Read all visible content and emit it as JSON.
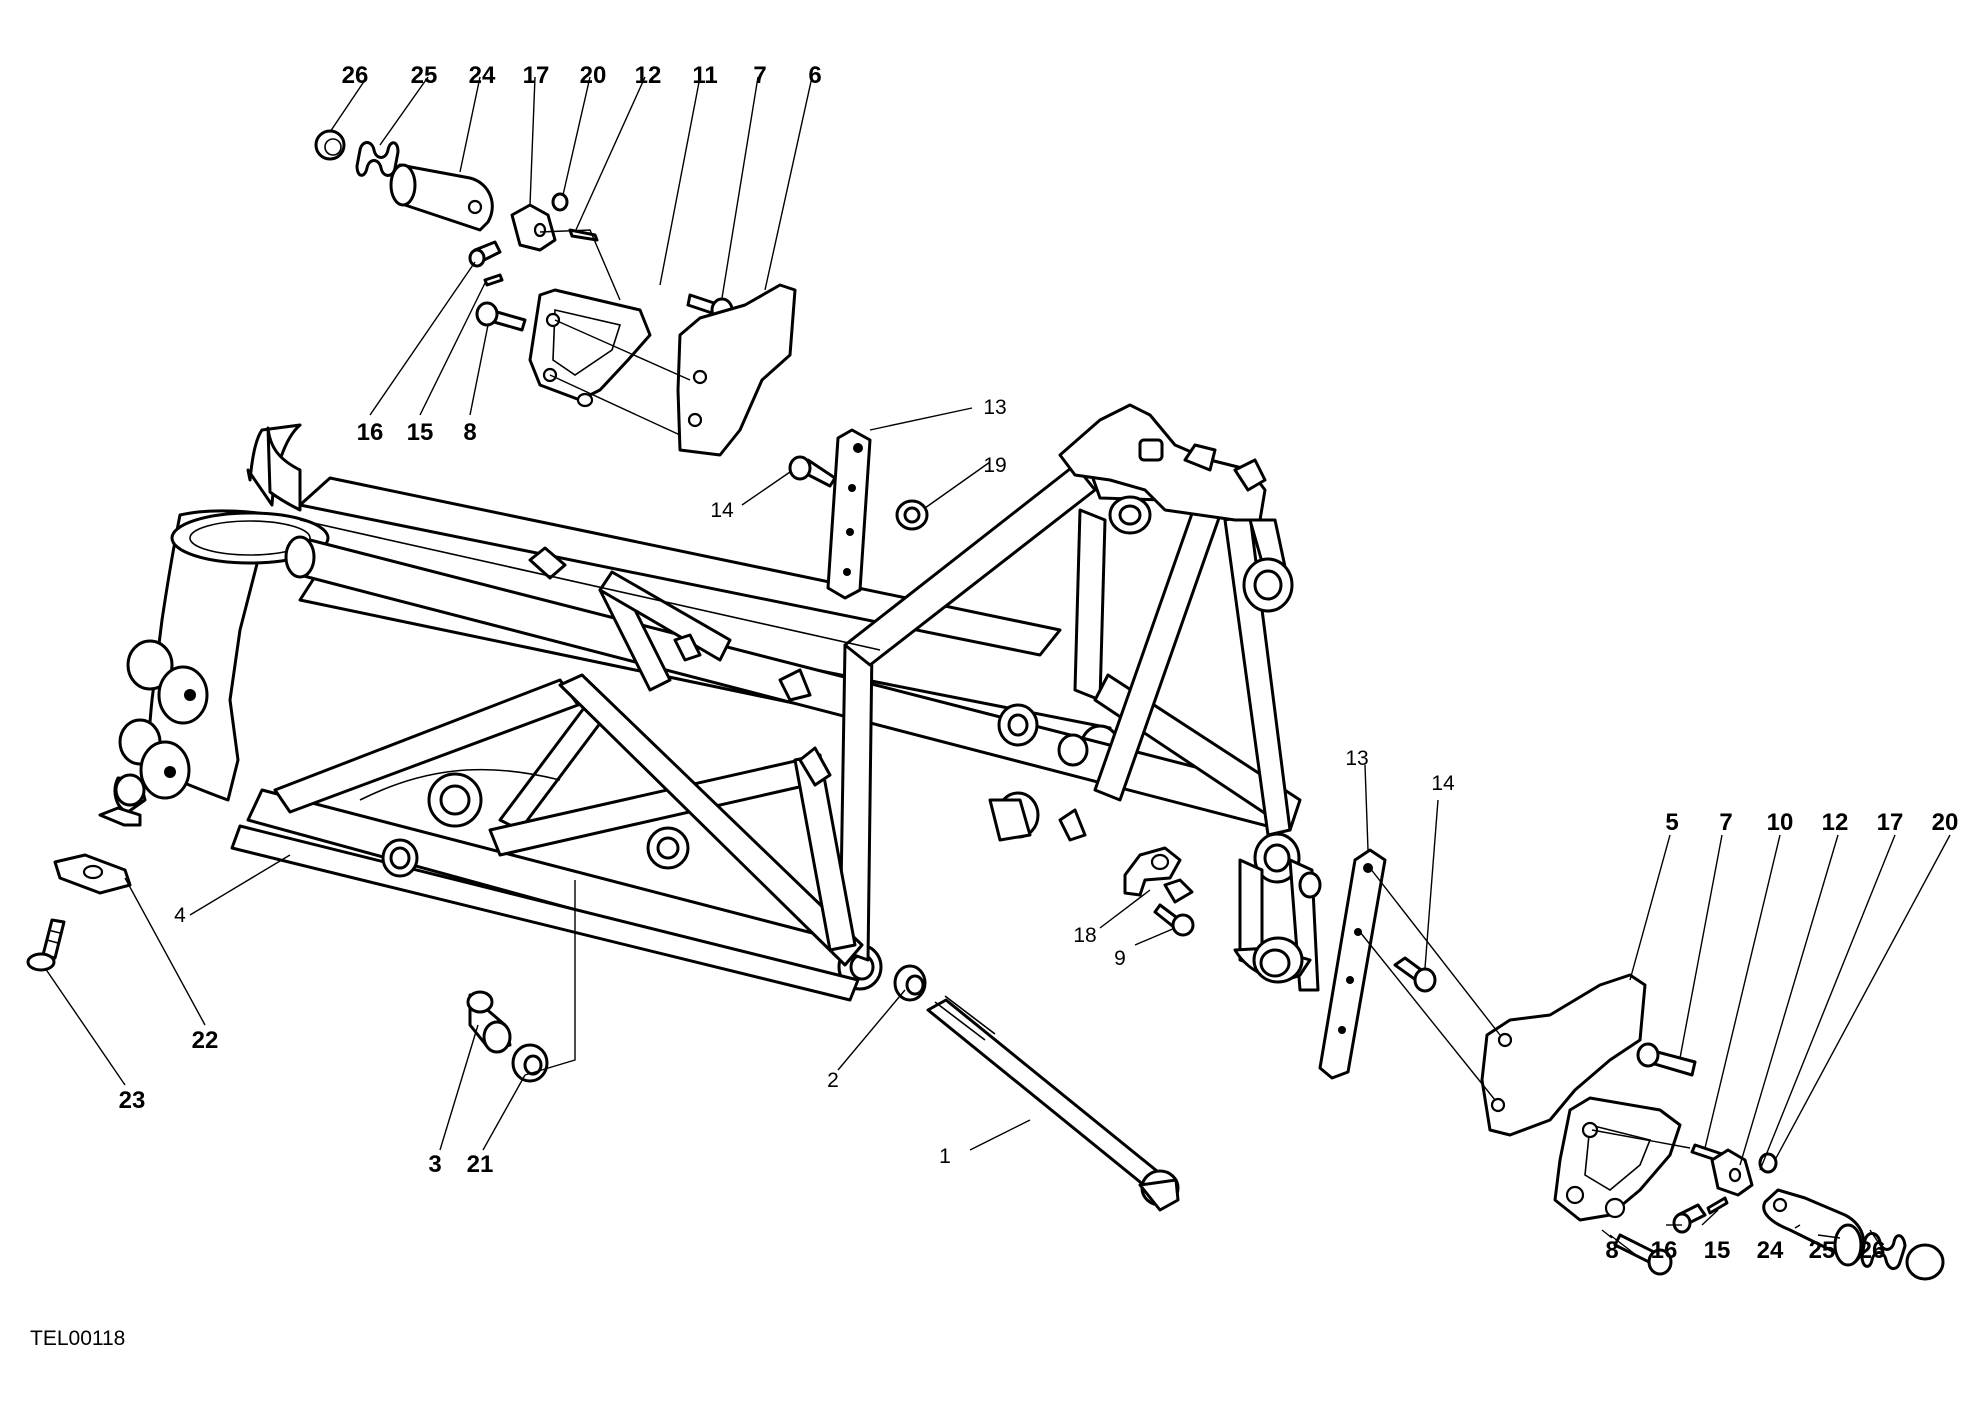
{
  "drawing_code": "TEL00118",
  "callouts": {
    "top_left": [
      "26",
      "25",
      "24",
      "17",
      "20",
      "12",
      "11",
      "7",
      "6"
    ],
    "top_left_lower": [
      "16",
      "15",
      "8"
    ],
    "frame_top": {
      "c13": "13",
      "c19": "19",
      "c14": "14"
    },
    "right_bracket": {
      "c13": "13",
      "c14": "14"
    },
    "right_top": [
      "5",
      "7",
      "10",
      "12",
      "17",
      "20"
    ],
    "right_bottom": [
      "8",
      "16",
      "15",
      "24",
      "25",
      "26"
    ],
    "bottom": {
      "c18": "18",
      "c9": "9",
      "c4": "4",
      "c22": "22",
      "c23": "23",
      "c2": "2",
      "c1": "1",
      "c3": "3",
      "c21": "21"
    }
  }
}
